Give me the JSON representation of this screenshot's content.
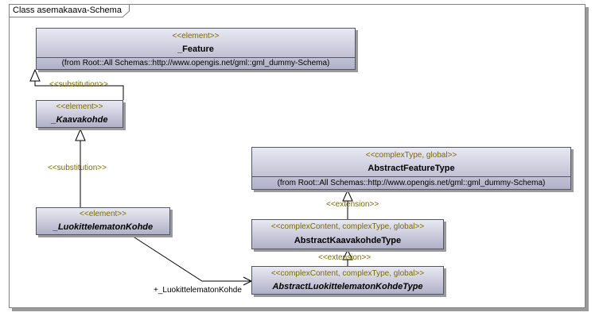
{
  "diagram": {
    "frame_title": "Class asemakaava-Schema"
  },
  "classes": {
    "feature": {
      "stereotype": "<<element>>",
      "name": "_Feature",
      "from": "(from Root::All Schemas::http://www.opengis.net/gml::gml_dummy-Schema)"
    },
    "kaavakohde": {
      "stereotype": "<<element>>",
      "name": "_Kaavakohde"
    },
    "luokittelematon": {
      "stereotype": "<<element>>",
      "name": "_LuokittelematonKohde"
    },
    "abstract_feature_type": {
      "stereotype": "<<complexType, global>>",
      "name": "AbstractFeatureType",
      "from": "(from Root::All Schemas::http://www.opengis.net/gml::gml_dummy-Schema)"
    },
    "abstract_kaavakohde_type": {
      "stereotype": "<<complexContent, complexType, global>>",
      "name": "AbstractKaavakohdeType"
    },
    "abstract_luokittelematon_type": {
      "stereotype": "<<complexContent, complexType, global>>",
      "name": "AbstractLuokittelematonKohdeType"
    }
  },
  "relations": {
    "substitution_1": "<<substitution>>",
    "substitution_2": "<<substitution>>",
    "extension_1": "<<extension>>",
    "extension_2": "<<extension>>",
    "association_role": "+_LuokittelematonKohde"
  },
  "colors": {
    "stereotype_text": "#7a6a00",
    "class_fill_top": "#e9e9f3",
    "class_fill_bottom": "#b0b0c8",
    "border": "#555566"
  }
}
